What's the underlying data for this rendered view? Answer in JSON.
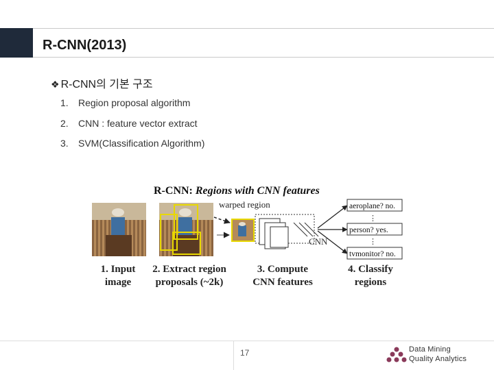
{
  "slide": {
    "title": "R-CNN(2013)",
    "subhead_bullet": "❖",
    "subhead": "R-CNN의 기본 구조",
    "items": [
      {
        "num": "1.",
        "text": "Region proposal algorithm"
      },
      {
        "num": "2.",
        "text": "CNN : feature vector extract"
      },
      {
        "num": "3.",
        "text": "SVM(Classification Algorithm)"
      }
    ]
  },
  "figure": {
    "title_plain": "R-CNN: ",
    "title_italic": "Regions with CNN features",
    "warped_label": "warped region",
    "cnn_label": "CNN",
    "outputs": [
      "aeroplane? no.",
      "person? yes.",
      "tvmonitor? no."
    ],
    "steps": [
      {
        "line1": "1. Input",
        "line2": "image"
      },
      {
        "line1": "2. Extract region",
        "line2": "proposals (~2k)"
      },
      {
        "line1": "3. Compute",
        "line2": "CNN features"
      },
      {
        "line1": "4. Classify",
        "line2": "regions"
      }
    ]
  },
  "footer": {
    "page": "17",
    "logo_line1": "Data Mining",
    "logo_line2": "Quality Analytics",
    "logo_icon": "cluster-dots-icon"
  },
  "colors": {
    "title_block": "#1f2a3a",
    "proposal_box": "#e8d800",
    "logo_dots": "#8a3a5a"
  }
}
